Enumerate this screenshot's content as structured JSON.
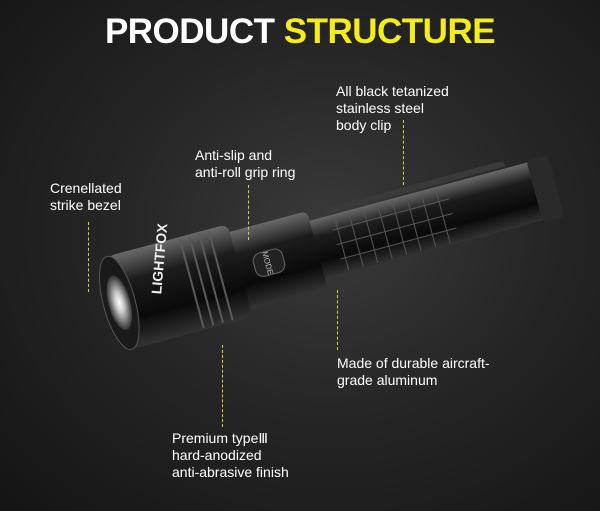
{
  "title": {
    "part1": "PRODUCT",
    "part2": "STRUCTURE"
  },
  "colors": {
    "accent": "#f5ec1c",
    "text": "#ffffff"
  },
  "labels": {
    "bezel": [
      "Crenellated",
      "strike bezel"
    ],
    "grip": [
      "Anti-slip and",
      "anti-roll grip ring"
    ],
    "clip": [
      "All black tetanized",
      "stainless steel",
      "body clip"
    ],
    "aluminum": [
      "Made of durable aircraft-",
      "grade aluminum"
    ],
    "finish": [
      "Premium typeⅢ",
      "hard-anodized",
      "anti-abrasive finish"
    ]
  },
  "product": {
    "brand_logo": "LIGHTFOX",
    "button_text": "MODE"
  }
}
